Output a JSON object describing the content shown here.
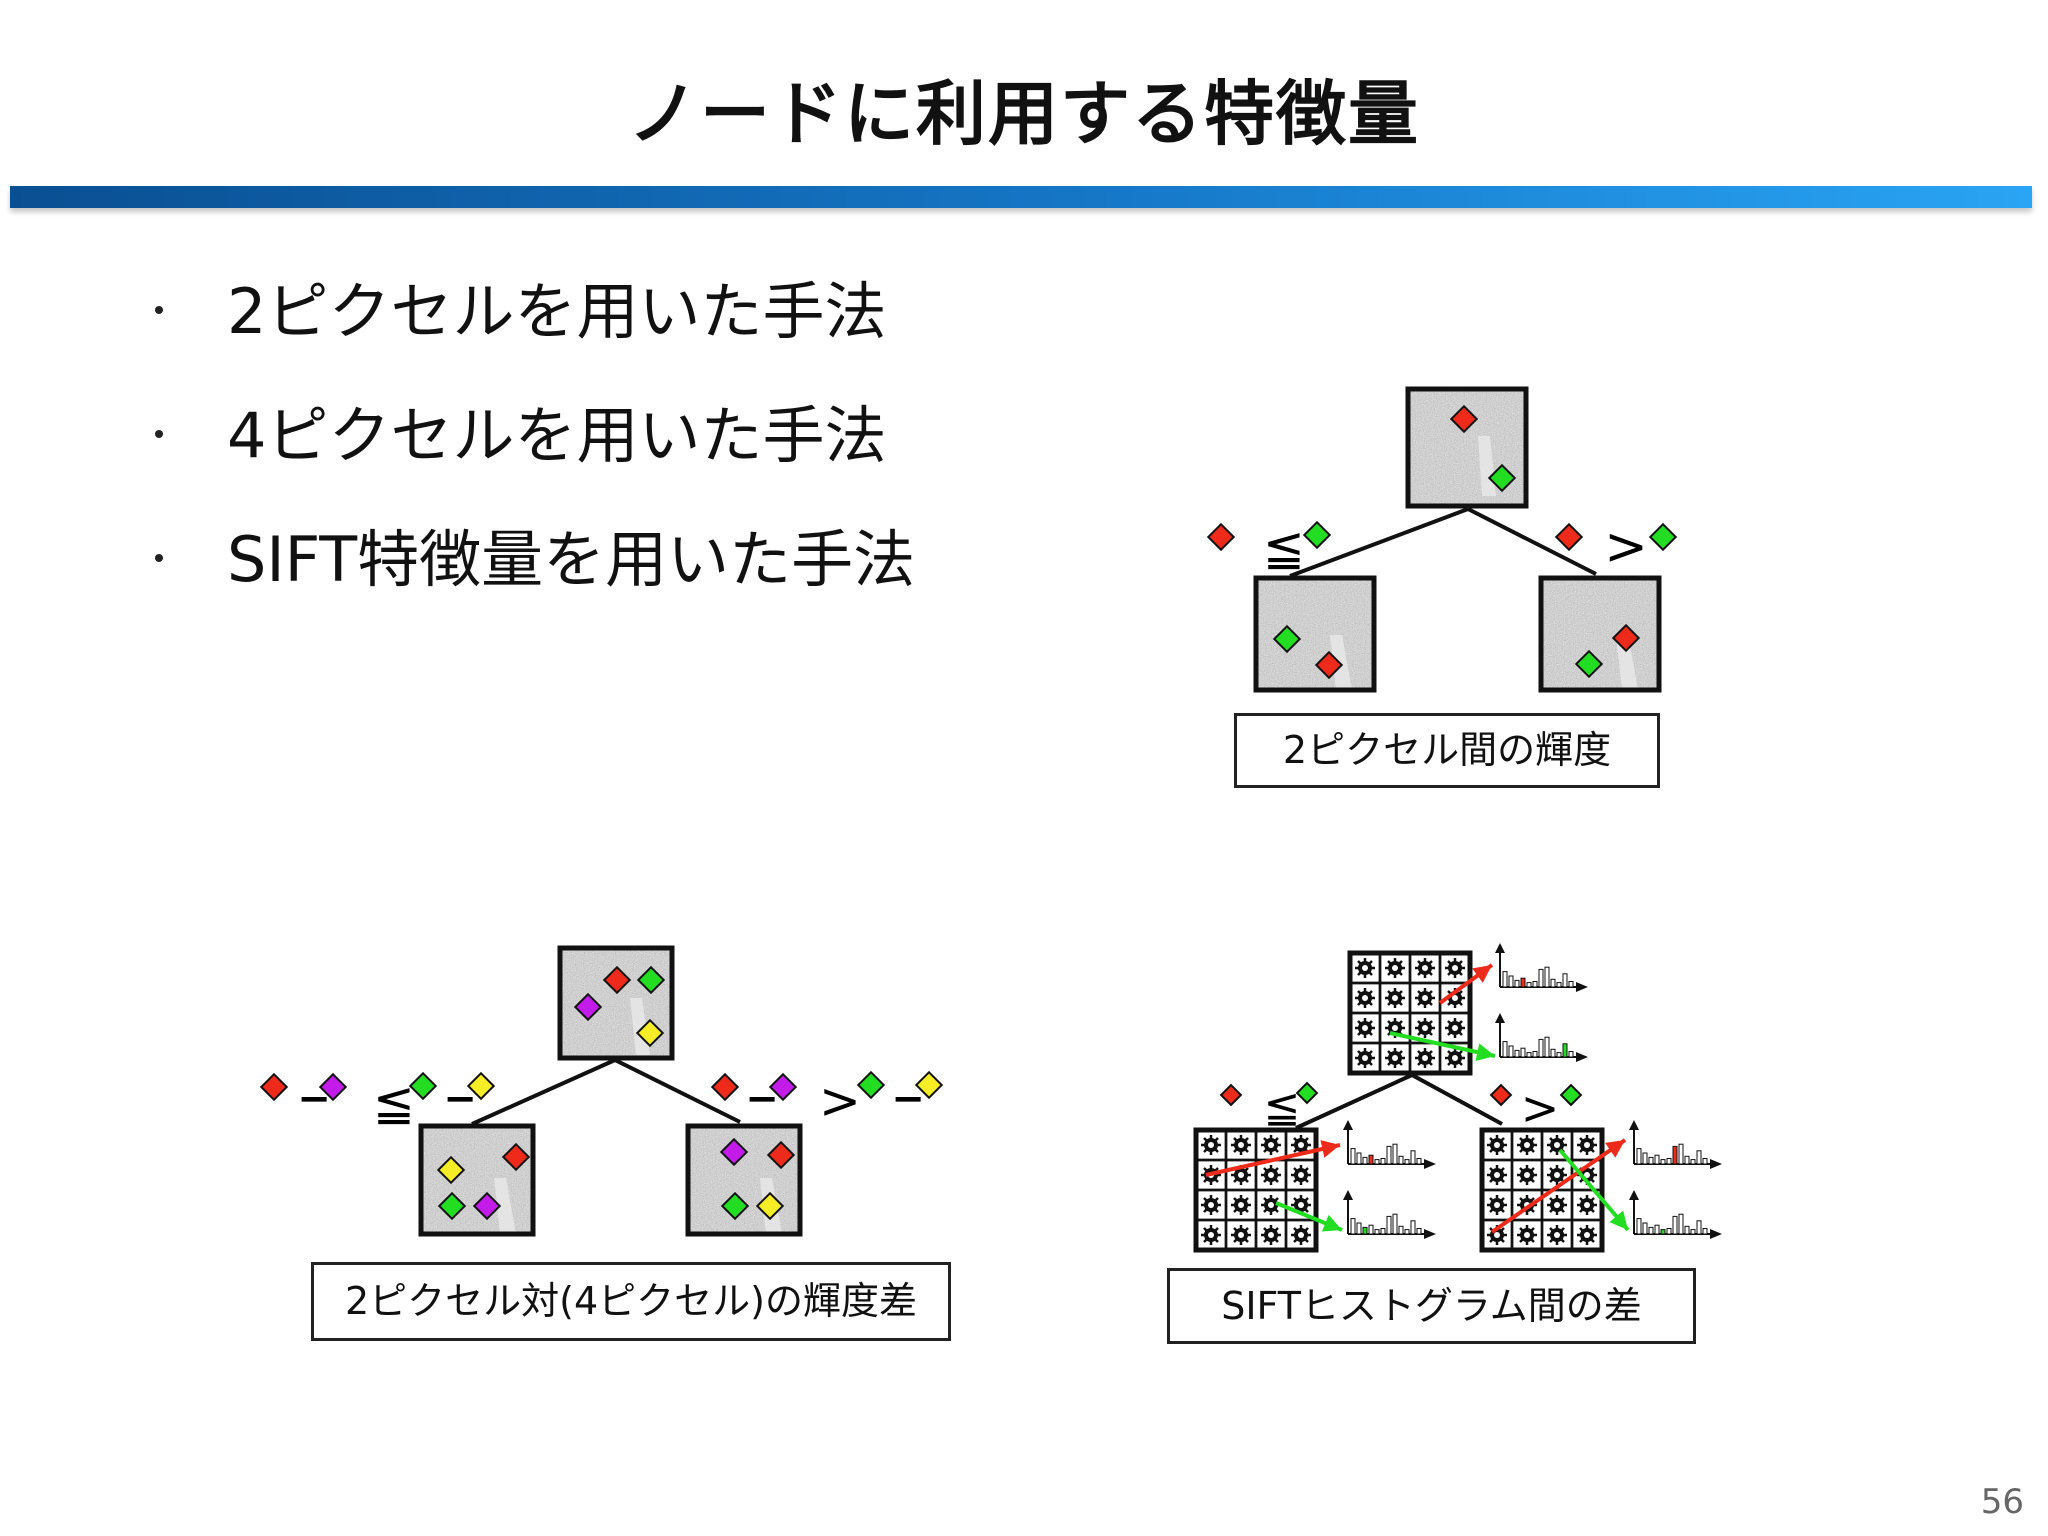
{
  "slide": {
    "title": "ノードに利用する特徴量",
    "page_number": "56"
  },
  "bullets": [
    "2ピクセルを用いた手法",
    "4ピクセルを用いた手法",
    "SIFT特徴量を用いた手法"
  ],
  "diagrams": {
    "two_pixel": {
      "caption": "2ピクセル間の輝度",
      "left_relation": "≦",
      "right_relation": ">"
    },
    "four_pixel": {
      "caption": "2ピクセル対(4ピクセル)の輝度差",
      "left_relation": "≦",
      "right_relation": ">",
      "minus": "−"
    },
    "sift": {
      "caption": "SIFTヒストグラム間の差",
      "left_relation": "≦",
      "right_relation": ">"
    }
  },
  "colors": {
    "red": "#ee2a1a",
    "green": "#22dd22",
    "purple": "#c21bea",
    "yellow": "#f5ee26",
    "title_bar_start": "#0a4f92",
    "title_bar_end": "#2aa4f4"
  }
}
